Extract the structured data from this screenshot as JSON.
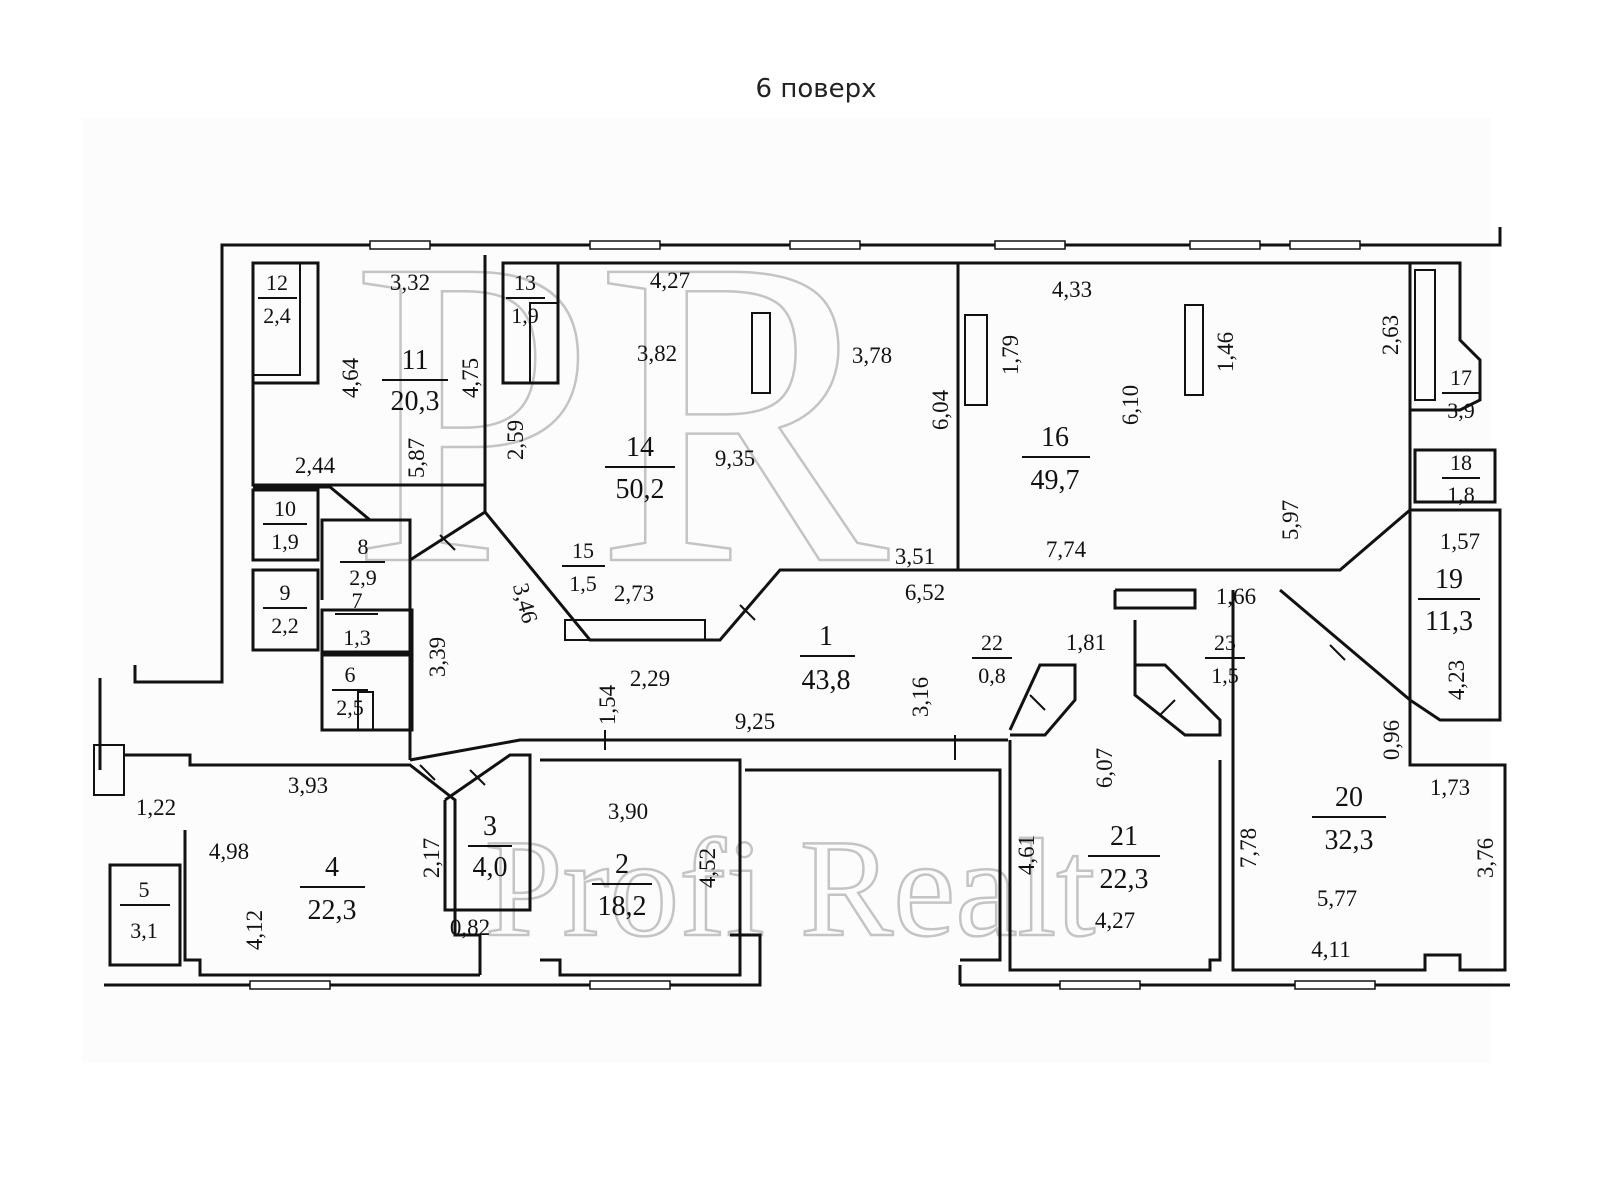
{
  "title": "6 поверх",
  "watermark": {
    "monogram": "PR",
    "text": "Profi Realt"
  },
  "rooms": [
    {
      "id": "room-1",
      "number": "1",
      "area": "43,8"
    },
    {
      "id": "room-2",
      "number": "2",
      "area": "18,2"
    },
    {
      "id": "room-3",
      "number": "3",
      "area": "4,0"
    },
    {
      "id": "room-4",
      "number": "4",
      "area": "22,3"
    },
    {
      "id": "room-5",
      "number": "5",
      "area": "3,1"
    },
    {
      "id": "room-6",
      "number": "6",
      "area": "2,5"
    },
    {
      "id": "room-7",
      "number": "7",
      "area": "1,3"
    },
    {
      "id": "room-8",
      "number": "8",
      "area": "2,9"
    },
    {
      "id": "room-9",
      "number": "9",
      "area": "2,2"
    },
    {
      "id": "room-10",
      "number": "10",
      "area": "1,9"
    },
    {
      "id": "room-11",
      "number": "11",
      "area": "20,3"
    },
    {
      "id": "room-12",
      "number": "12",
      "area": "2,4"
    },
    {
      "id": "room-13",
      "number": "13",
      "area": "1,9"
    },
    {
      "id": "room-14",
      "number": "14",
      "area": "50,2"
    },
    {
      "id": "room-15",
      "number": "15",
      "area": "1,5"
    },
    {
      "id": "room-16",
      "number": "16",
      "area": "49,7"
    },
    {
      "id": "room-17",
      "number": "17",
      "area": "3,9"
    },
    {
      "id": "room-18",
      "number": "18",
      "area": "1,8"
    },
    {
      "id": "room-19",
      "number": "19",
      "area": "11,3"
    },
    {
      "id": "room-20",
      "number": "20",
      "area": "32,3"
    },
    {
      "id": "room-21",
      "number": "21",
      "area": "22,3"
    },
    {
      "id": "room-22",
      "number": "22",
      "area": "0,8"
    },
    {
      "id": "room-23",
      "number": "23",
      "area": "1,5"
    }
  ],
  "dimensions": [
    "3,32",
    "4,64",
    "4,75",
    "2,44",
    "5,87",
    "2,59",
    "4,27",
    "3,82",
    "3,78",
    "9,35",
    "6,04",
    "1,79",
    "4,33",
    "1,46",
    "6,10",
    "2,63",
    "5,97",
    "1,57",
    "4,23",
    "3,51",
    "7,74",
    "6,52",
    "1,66",
    "2,73",
    "3,46",
    "2,29",
    "1,54",
    "9,25",
    "3,16",
    "3,39",
    "1,81",
    "6,07",
    "0,96",
    "1,73",
    "3,76",
    "5,77",
    "4,11",
    "7,78",
    "4,61",
    "4,27",
    "3,93",
    "1,22",
    "4,98",
    "4,12",
    "2,17",
    "0,82",
    "3,90",
    "4,52"
  ]
}
